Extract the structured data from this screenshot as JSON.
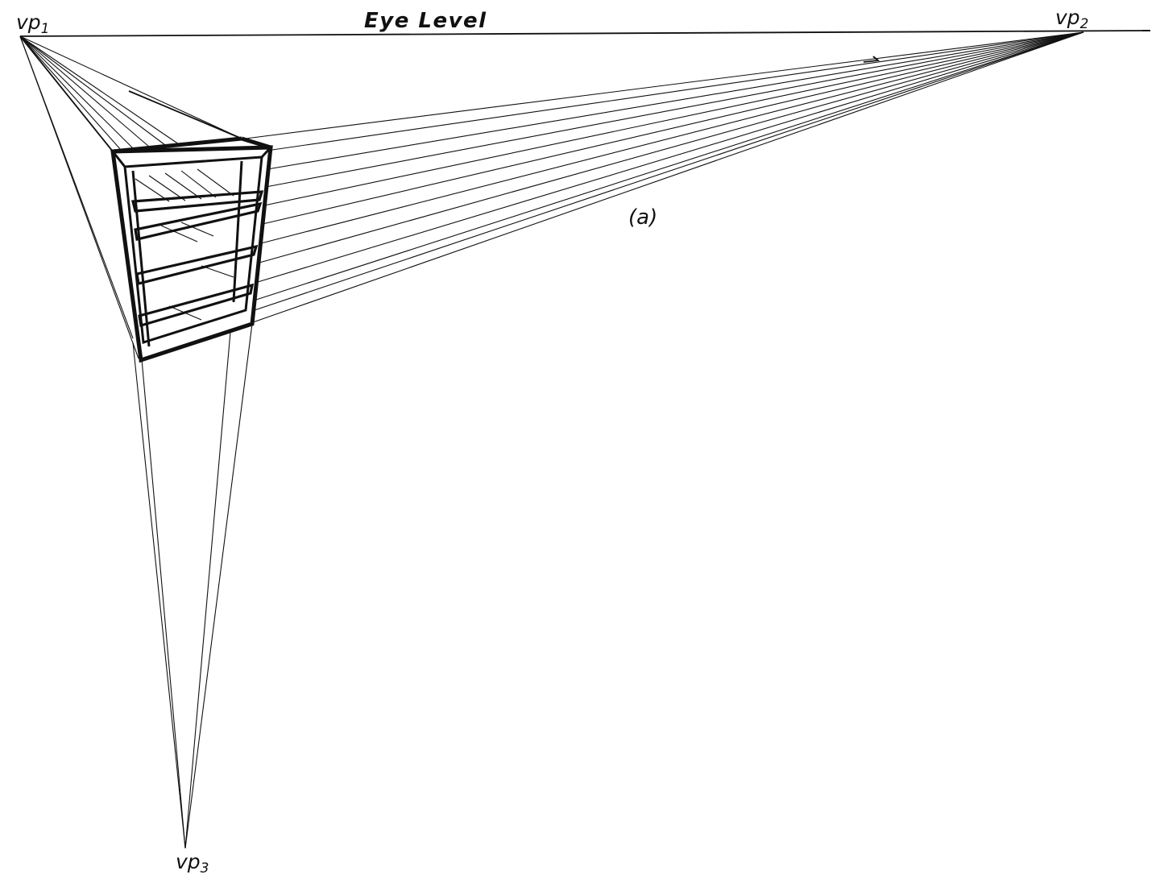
{
  "labels": {
    "eye_level": "Eye Level",
    "vp1": "vp",
    "vp1_sub": "1",
    "vp2": "vp",
    "vp2_sub": "2",
    "vp3": "vp",
    "vp3_sub": "3",
    "figure": "(a)"
  },
  "colors": {
    "ink": "#111111",
    "paper": "#ffffff"
  }
}
